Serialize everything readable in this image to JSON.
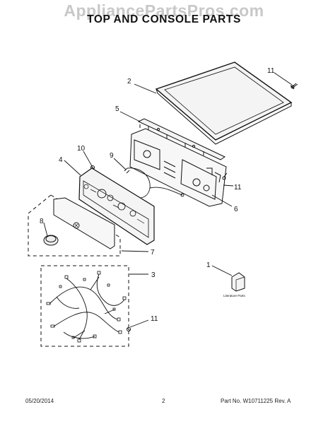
{
  "watermark": "AppliancePartsPros.com",
  "title": "TOP AND CONSOLE PARTS",
  "footer": {
    "date": "05/20/2014",
    "page_number": "2",
    "part_info": "Part No. W10711225  Rev. A"
  },
  "literature_label": "Literature Parts",
  "callouts": {
    "c1": "1",
    "c2": "2",
    "c3": "3",
    "c4": "4",
    "c5": "5",
    "c6": "6",
    "c7": "7",
    "c8": "8",
    "c9": "9",
    "c10": "10",
    "c11a": "11",
    "c11b": "11",
    "c11c": "11"
  },
  "colors": {
    "ink": "#111111",
    "watermark": "#c8c8c8",
    "part_fill": "#f4f4f4"
  }
}
